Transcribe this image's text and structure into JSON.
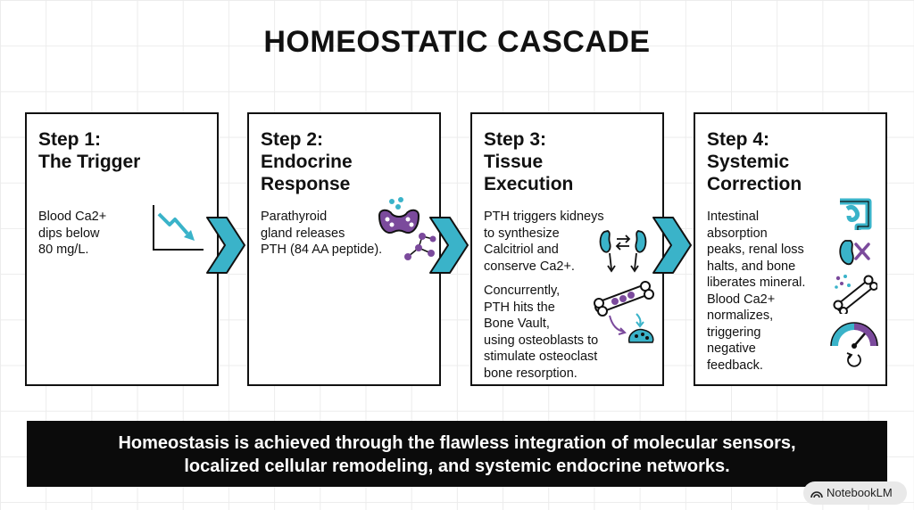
{
  "title": "HOMEOSTATIC CASCADE",
  "steps": [
    {
      "heading_line1": "Step 1:",
      "heading_line2": "The Trigger",
      "heading_line3": "",
      "text_lines": [
        "Blood Ca2+",
        "dips below",
        "80 mg/L."
      ],
      "icon": "downward-trend-chart-icon"
    },
    {
      "heading_line1": "Step 2:",
      "heading_line2": "Endocrine",
      "heading_line3": "Response",
      "text_lines": [
        "Parathyroid",
        "gland releases",
        "PTH (84 AA peptide)."
      ],
      "icons": [
        "thyroid-gland-icon",
        "peptide-molecule-icon"
      ]
    },
    {
      "heading_line1": "Step 3:",
      "heading_line2": "Tissue",
      "heading_line3": "Execution",
      "text_lines": [
        "PTH triggers kidneys",
        "to synthesize",
        "Calcitriol and",
        "conserve Ca2+."
      ],
      "text2_lines": [
        "Concurrently,",
        "PTH hits the",
        "Bone Vault,",
        "using osteoblasts to",
        "stimulate osteoclast",
        "bone resorption."
      ],
      "icons": [
        "kidneys-icon",
        "bone-icon",
        "osteoclast-icon"
      ]
    },
    {
      "heading_line1": "Step 4:",
      "heading_line2": "Systemic",
      "heading_line3": "Correction",
      "text_lines": [
        "Intestinal",
        "absorption",
        "peaks, renal loss",
        "halts, and bone",
        "liberates mineral.",
        "Blood Ca2+",
        "normalizes,",
        "triggering",
        "negative",
        "feedback."
      ],
      "icons": [
        "intestine-icon",
        "kidney-blocked-icon",
        "bone-mineral-icon",
        "gauge-icon",
        "feedback-arrow-icon"
      ]
    }
  ],
  "banner": {
    "line1": "Homeostasis is achieved through the flawless integration of molecular sensors,",
    "line2": "localized cellular remodeling, and systemic endocrine networks."
  },
  "badge": "NotebookLM",
  "colors": {
    "teal": "#3ab3c9",
    "purple": "#7b4a9c",
    "black": "#111111"
  }
}
